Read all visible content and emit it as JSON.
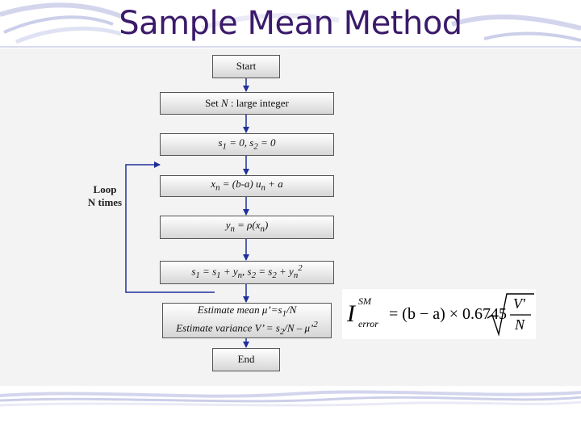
{
  "title": "Sample Mean Method",
  "loop_label": {
    "line1": "Loop",
    "line2": "N times"
  },
  "steps": {
    "start": "Start",
    "set_n": {
      "prefix": "Set ",
      "var": "N",
      "suffix": " : large integer"
    },
    "init": {
      "s1": "s",
      "s1_sub": "1",
      "eq1": " = 0,  ",
      "s2": "s",
      "s2_sub": "2",
      "eq2": " = 0"
    },
    "xn": {
      "x": "x",
      "n": "n",
      "mid": " = (b-a) u",
      "u_sub": "n",
      "end": " + a"
    },
    "yn": {
      "y": "y",
      "n": "n",
      "mid": " = ρ(x",
      "x_sub": "n",
      "end": ")"
    },
    "accum": {
      "a": "s",
      "a_sub": "1",
      "b": " = s",
      "b_sub": "1",
      "c": " + y",
      "c_sub": "n",
      "d": ",  s",
      "d_sub": "2",
      "e": " = s",
      "e_sub": "2",
      "f": " + y",
      "f_sub": "n",
      "f_sup": "2"
    },
    "estimate": {
      "line1_a": "Estimate mean  μ’=s",
      "line1_sub": "1",
      "line1_b": "/N",
      "line2_a": "Estimate variance  V’ = s",
      "line2_sub": "2",
      "line2_b": "/N – μ’",
      "line2_sup": "2"
    },
    "end": "End"
  },
  "formula": {
    "I": "I",
    "sup": "SM",
    "sub": "error",
    "rhs": "= (b − a) × 0.6745",
    "num": "V'",
    "den": "N"
  },
  "colors": {
    "title": "#3b1a6b",
    "arrow": "#1f2f9a",
    "box_border": "#555555"
  }
}
